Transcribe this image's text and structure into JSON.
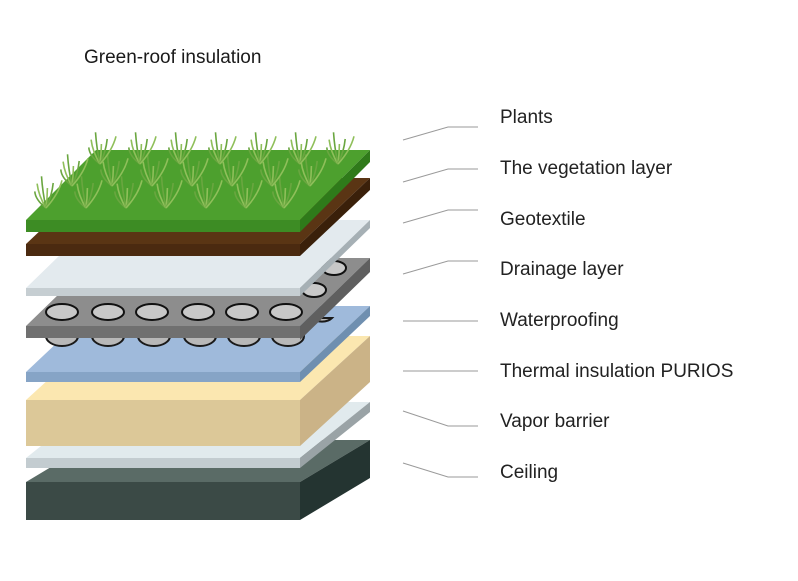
{
  "title": "Green-roof insulation",
  "layers": [
    {
      "name": "plants",
      "label": "Plants"
    },
    {
      "name": "vegetation-layer",
      "label": "The vegetation layer",
      "color": "#4b2a10"
    },
    {
      "name": "geotextile",
      "label": "Geotextile",
      "color": "#dfe6ea"
    },
    {
      "name": "drainage-layer",
      "label": "Drainage layer",
      "color": "#7a7a7a"
    },
    {
      "name": "waterproofing",
      "label": "Waterproofing",
      "color": "#96b3d4"
    },
    {
      "name": "thermal-insulation",
      "label": "Thermal insulation PURIOS",
      "color": "#e8d4a0"
    },
    {
      "name": "vapor-barrier",
      "label": "Vapor barrier",
      "color": "#dde7ea"
    },
    {
      "name": "ceiling",
      "label": "Ceiling",
      "color": "#3b4a46"
    }
  ],
  "colors": {
    "grass": "#4da02e",
    "blade": "#8fbf5a",
    "leader": "#9a9a9a"
  }
}
